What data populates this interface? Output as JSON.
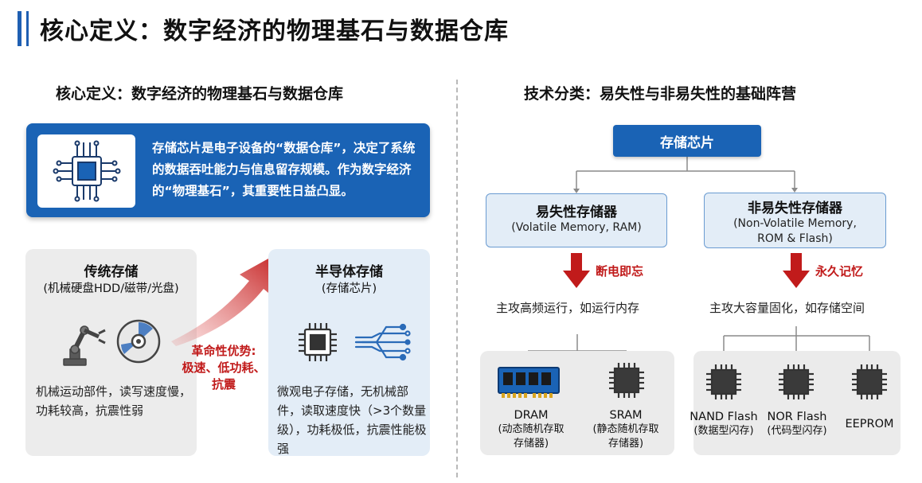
{
  "page": {
    "title": "核心定义：数字经济的物理基石与数据仓库"
  },
  "left": {
    "section_title": "核心定义：数字经济的物理基石与数据仓库",
    "definition_text": "存储芯片是电子设备的“数据仓库”，决定了系统的数据吞吐能力与信息留存规模。作为数字经济的“物理基石”，其重要性日益凸显。",
    "traditional": {
      "title": "传统存储",
      "subtitle": "(机械硬盘HDD/磁带/光盘)",
      "description": "机械运动部件，读写速度慢，功耗较高，抗震性弱"
    },
    "advantage": {
      "line1": "革命性优势:",
      "line2": "极速、低功耗、",
      "line3": "抗震"
    },
    "semiconductor": {
      "title": "半导体存储",
      "subtitle": "(存储芯片)",
      "description": "微观电子存储，无机械部件，读取速度快（>3个数量级），功耗极低，抗震性能极强"
    }
  },
  "right": {
    "section_title": "技术分类：易失性与非易失性的基础阵营",
    "root": "存储芯片",
    "volatile": {
      "name": "易失性存储器",
      "desc": "(Volatile Memory, RAM)",
      "arrow_label": "断电即忘",
      "focus": "主攻高频运行，如运行内存",
      "items": [
        {
          "name": "DRAM",
          "desc1": "(动态随机存取",
          "desc2": "存储器)"
        },
        {
          "name": "SRAM",
          "desc1": "(静态随机存取",
          "desc2": "存储器)"
        }
      ]
    },
    "nonvolatile": {
      "name": "非易失性存储器",
      "desc1": "(Non-Volatile Memory,",
      "desc2": "ROM & Flash)",
      "arrow_label": "永久记忆",
      "focus": "主攻大容量固化，如存储空间",
      "items": [
        {
          "name": "NAND Flash",
          "desc1": "(数据型闪存)"
        },
        {
          "name": "NOR Flash",
          "desc1": "(代码型闪存)"
        },
        {
          "name": "EEPROM",
          "desc1": ""
        }
      ]
    }
  },
  "colors": {
    "primary_blue": "#1a63b5",
    "accent_red": "#c11b1b",
    "light_blue_bg": "#e3edf7",
    "gray_bg": "#ececec"
  },
  "icons": {
    "definition": "circuit-chip-icon",
    "robot_arm": "robot-arm-icon",
    "disc": "optical-disc-icon",
    "semiconductor_chip": "chip-icon",
    "circuit": "circuit-lines-icon",
    "dram": "ram-module-icon",
    "sram": "chip-icon",
    "nand": "chip-icon",
    "nor": "chip-icon",
    "eeprom": "chip-icon"
  }
}
